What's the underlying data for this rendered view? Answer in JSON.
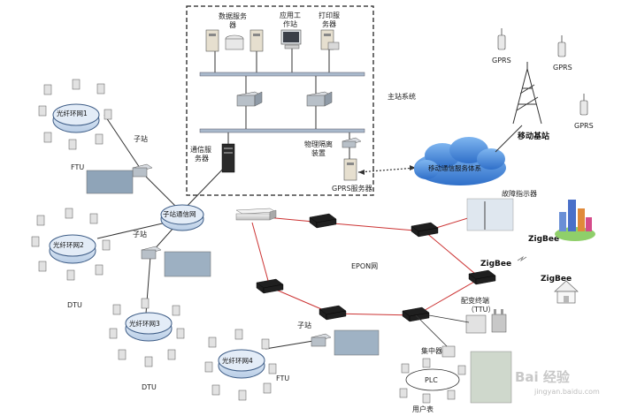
{
  "master": {
    "title": "主站系统",
    "data_server_line1": "数据服务",
    "data_server_line2": "器",
    "app_ws_line1": "应用工",
    "app_ws_line2": "作站",
    "print_server_line1": "打印服",
    "print_server_line2": "务器",
    "comm_server_line1": "通信服",
    "comm_server_line2": "务器",
    "isolation_line1": "物理隔离",
    "isolation_line2": "装置",
    "gprs_server": "GPRS服务器"
  },
  "mobile": {
    "cloud": "移动通信服务体系",
    "base_station": "移动基站",
    "gprs": [
      "GPRS",
      "GPRS",
      "GPRS"
    ]
  },
  "network": {
    "epon": "EPON网",
    "zigbee": [
      "ZigBee",
      "ZigBee",
      "ZigBee"
    ],
    "fault_indicator": "故障指示器",
    "dist_terminal_line1": "配变终端",
    "dist_terminal_line2": "（TTU）"
  },
  "rings": {
    "ring1": "光纤环网1",
    "ring2": "光纤环网2",
    "ring3": "光纤环网3",
    "ring4": "光纤环网4",
    "hub": "子站通信网"
  },
  "labels": {
    "substation": [
      "子站",
      "子站",
      "子站"
    ],
    "ftu": [
      "FTU",
      "FTU"
    ],
    "dtu": [
      "DTU",
      "DTU"
    ],
    "concentrator": "集中器",
    "plc": "PLC",
    "user_meter": "用户表"
  },
  "watermark": "Bai 经验",
  "watermark_url": "jingyan.baidu.com",
  "colors": {
    "ring_fill": "#d7e5f5",
    "ring_stroke": "#3d5c86",
    "fiber": "#cc3333",
    "cloud": "#3d7fd6",
    "device": "#222222"
  }
}
